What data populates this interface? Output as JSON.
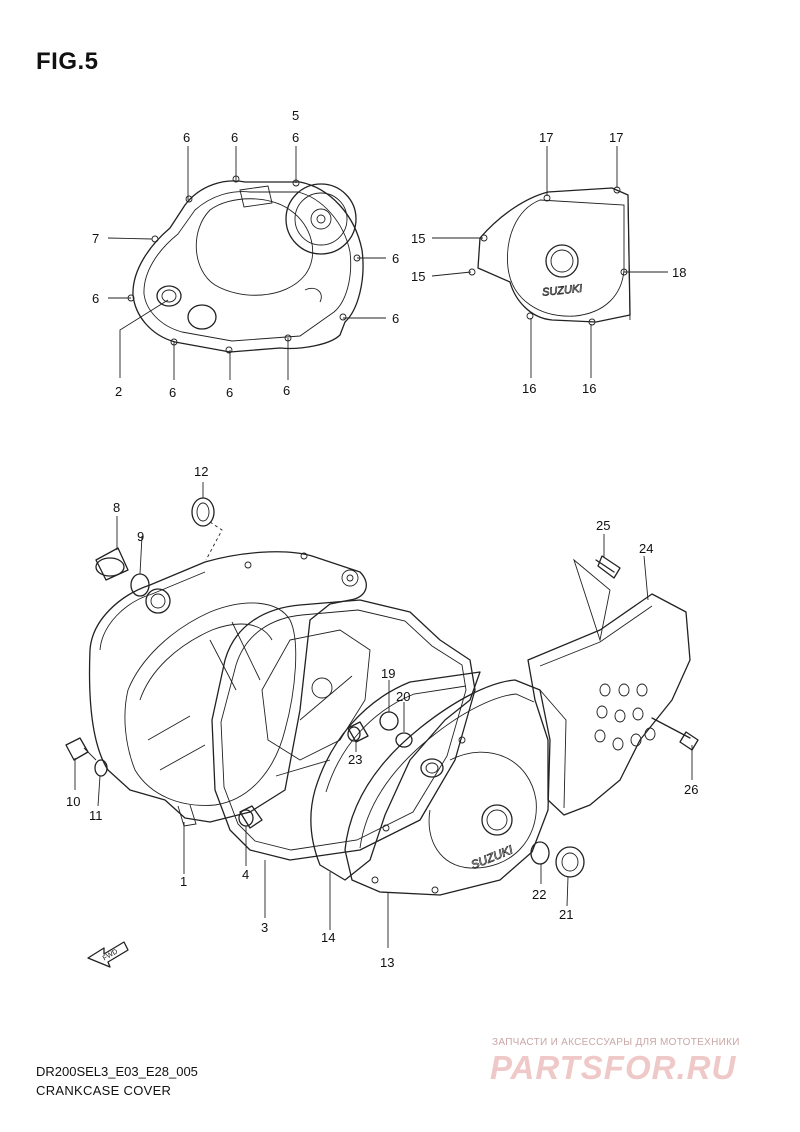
{
  "figure": {
    "title": "FIG.5",
    "model_code": "DR200SEL3_E03_E28_005",
    "caption": "CRANKCASE COVER"
  },
  "watermark": {
    "tagline": "ЗАПЧАСТИ И АКСЕССУАРЫ ДЛЯ МОТОТЕХНИКИ",
    "logo": "PARTSFOR.RU"
  },
  "brand_marks": [
    "SUZUKI",
    "SUZUKI"
  ],
  "direction_arrow": "FWD",
  "callouts": {
    "c5": "5",
    "c6a": "6",
    "c6b": "6",
    "c6c": "6",
    "c7": "7",
    "c6d": "6",
    "c6e": "6",
    "c6f": "6",
    "c2": "2",
    "c6g": "6",
    "c6h": "6",
    "c6i": "6",
    "c17a": "17",
    "c17b": "17",
    "c15a": "15",
    "c15b": "15",
    "c18": "18",
    "c16a": "16",
    "c16b": "16",
    "c12": "12",
    "c8": "8",
    "c9": "9",
    "c25": "25",
    "c24": "24",
    "c19": "19",
    "c20": "20",
    "c23": "23",
    "c10": "10",
    "c11": "11",
    "c26": "26",
    "c1": "1",
    "c4": "4",
    "c3": "3",
    "c14": "14",
    "c13": "13",
    "c22": "22",
    "c21": "21"
  }
}
